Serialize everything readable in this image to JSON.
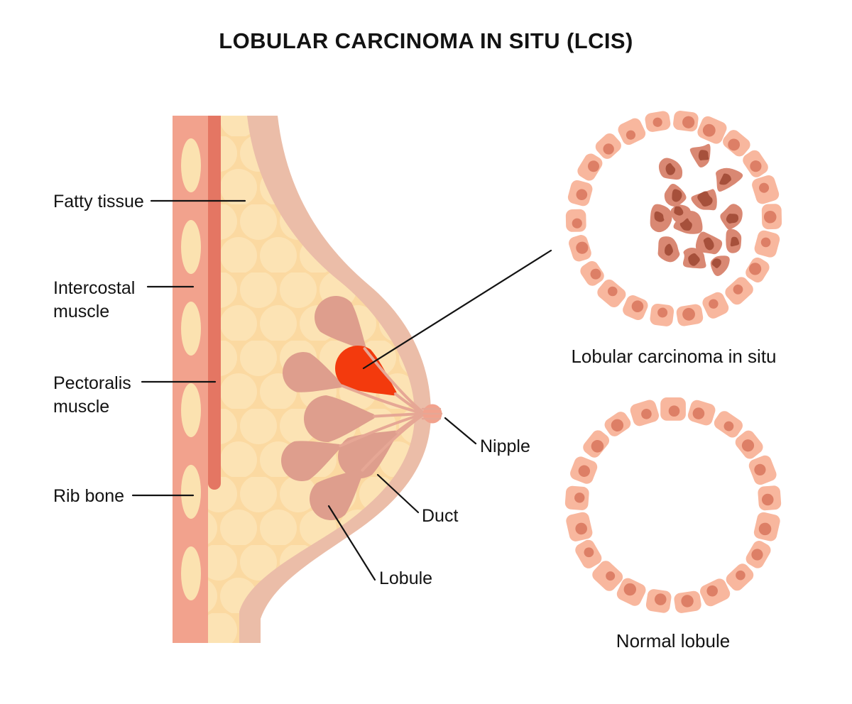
{
  "title": "LOBULAR CARCINOMA IN SITU (LCIS)",
  "anatomy_labels": {
    "fatty_tissue": "Fatty tissue",
    "intercostal_muscle": "Intercostal muscle",
    "pectoralis_muscle": "Pectoralis muscle",
    "rib_bone": "Rib bone",
    "nipple": "Nipple",
    "duct": "Duct",
    "lobule": "Lobule"
  },
  "insets": {
    "lcis": {
      "label": "Lobular carcinoma in situ"
    },
    "normal": {
      "label": "Normal lobule"
    }
  },
  "palette": {
    "background": "#FFFFFF",
    "text": "#131313",
    "chest_wall": "#F2A28D",
    "rib_bone": "#FBE2B0",
    "pectoralis": "#E47663",
    "fat_base": "#FBD9A1",
    "fat_dot": "#FCE3B4",
    "skin": "#EBBDA8",
    "lobule": "#DE9E8D",
    "duct": "#E6A795",
    "lcis_red": "#F33A0D",
    "cell_fill": "#F8B79E",
    "cell_nucleus": "#DD7F66",
    "cancer_fill": "#D98873",
    "cancer_nucleus": "#A6503B",
    "leader_line": "#131313"
  }
}
